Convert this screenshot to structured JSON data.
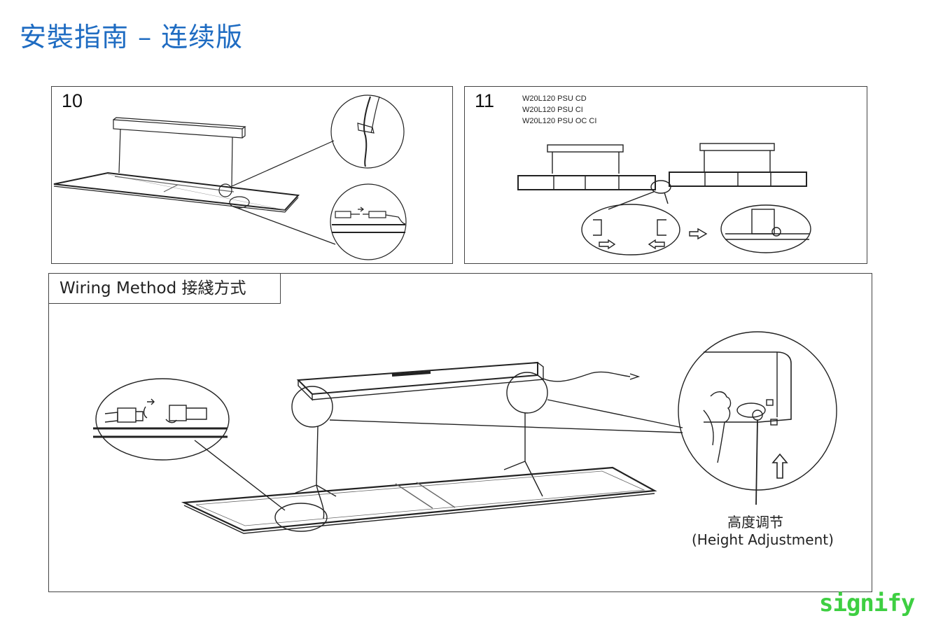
{
  "document": {
    "title": "安裝指南 – 连续版"
  },
  "steps": [
    {
      "number": "10"
    },
    {
      "number": "11",
      "models": [
        "W20L120 PSU CD",
        "W20L120 PSU CI",
        "W20L120 PSU OC CI"
      ]
    }
  ],
  "wiring": {
    "label": "Wiring Method 接綫方式",
    "height_label_cn": "高度调节",
    "height_label_en": "(Height Adjustment)"
  },
  "brand": {
    "name": "signify",
    "color": "#3ecf42"
  },
  "colors": {
    "title": "#1f6cc2",
    "line": "#222222"
  },
  "icons": [
    "connector-icon",
    "arrow-up-icon",
    "arrow-right-icon",
    "arrow-left-icon"
  ]
}
